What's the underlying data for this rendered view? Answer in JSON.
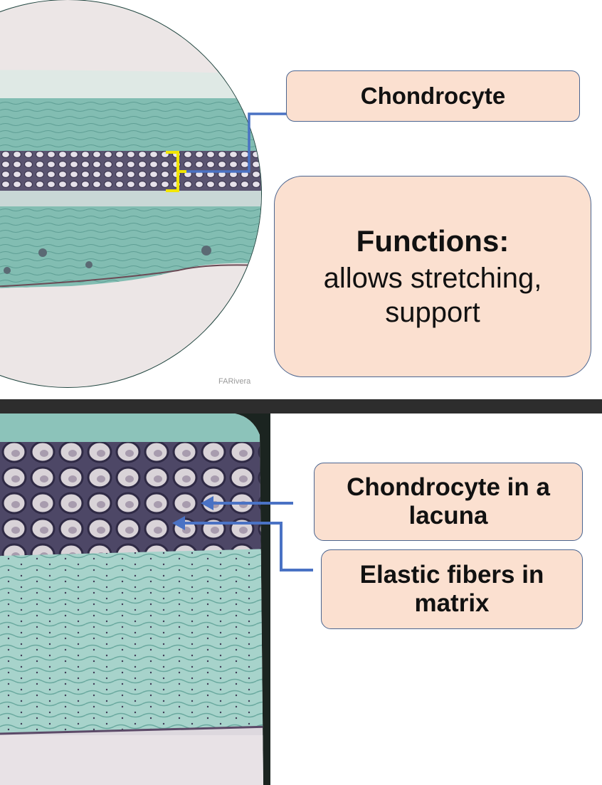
{
  "top_slide": {
    "label": "Chondrocyte",
    "functions_title": "Functions:",
    "functions_text": "allows stretching, support",
    "watermark": "FARivera"
  },
  "bottom_slide": {
    "label_lacuna": "Chondrocyte in a lacuna",
    "label_fibers": "Elastic fibers in matrix"
  },
  "colors": {
    "label_fill": "#fbe0d0",
    "label_border": "#4b6590",
    "pointer_line": "#4a72c4",
    "bracket": "#f2e600",
    "divider": "#2d2d2d",
    "tissue_teal": "#7bb9ae",
    "cartilage_purple": "#4a4560"
  }
}
